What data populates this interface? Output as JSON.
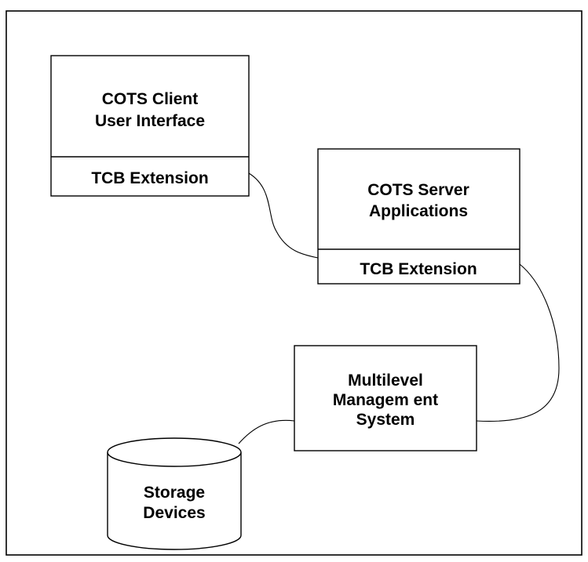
{
  "diagram": {
    "client": {
      "line1": "COTS Client",
      "line2": "User Interface",
      "extension": "TCB Extension"
    },
    "server": {
      "line1": "COTS Server",
      "line2": "Applications",
      "extension": "TCB Extension"
    },
    "mms": {
      "line1": "Multilevel",
      "line2": "Managem ent",
      "line3": "System"
    },
    "storage": {
      "line1": "Storage",
      "line2": "Devices"
    }
  }
}
